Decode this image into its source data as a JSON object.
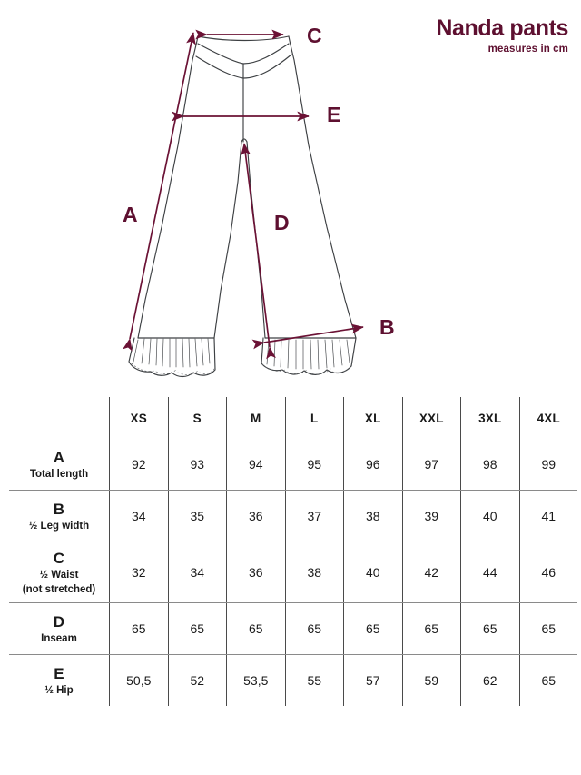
{
  "header": {
    "title": "Nanda pants",
    "subtitle": "measures in cm",
    "accent_color": "#5e1030"
  },
  "illustration": {
    "garment": "wide-leg pants with ruffled hem, front view, technical line drawing",
    "line_color": "#3d4043",
    "arrow_color": "#6b1235",
    "measurement_markers": [
      {
        "letter": "A",
        "type": "diagonal-arrow",
        "description": "outer side seam, total length"
      },
      {
        "letter": "B",
        "type": "horizontal-arrow",
        "description": "hem width at ruffle top, half leg width"
      },
      {
        "letter": "C",
        "type": "horizontal-arrow",
        "description": "waistband top, half waist"
      },
      {
        "letter": "D",
        "type": "diagonal-arrow",
        "description": "crotch to inner hem, inseam"
      },
      {
        "letter": "E",
        "type": "horizontal-arrow",
        "description": "hip level, half hip"
      }
    ]
  },
  "table": {
    "corner_label": "",
    "sizes": [
      "XS",
      "S",
      "M",
      "L",
      "XL",
      "XXL",
      "3XL",
      "4XL"
    ],
    "rows": [
      {
        "letter": "A",
        "description": "Total length",
        "values": [
          "92",
          "93",
          "94",
          "95",
          "96",
          "97",
          "98",
          "99"
        ]
      },
      {
        "letter": "B",
        "description": "½ Leg width",
        "values": [
          "34",
          "35",
          "36",
          "37",
          "38",
          "39",
          "40",
          "41"
        ]
      },
      {
        "letter": "C",
        "description": "½ Waist\n(not stretched)",
        "description_line1": "½ Waist",
        "description_line2": "(not stretched)",
        "values": [
          "32",
          "34",
          "36",
          "38",
          "40",
          "42",
          "44",
          "46"
        ]
      },
      {
        "letter": "D",
        "description": "Inseam",
        "values": [
          "65",
          "65",
          "65",
          "65",
          "65",
          "65",
          "65",
          "65"
        ]
      },
      {
        "letter": "E",
        "description": "½ Hip",
        "values": [
          "50,5",
          "52",
          "53,5",
          "55",
          "57",
          "59",
          "62",
          "65"
        ]
      }
    ]
  }
}
